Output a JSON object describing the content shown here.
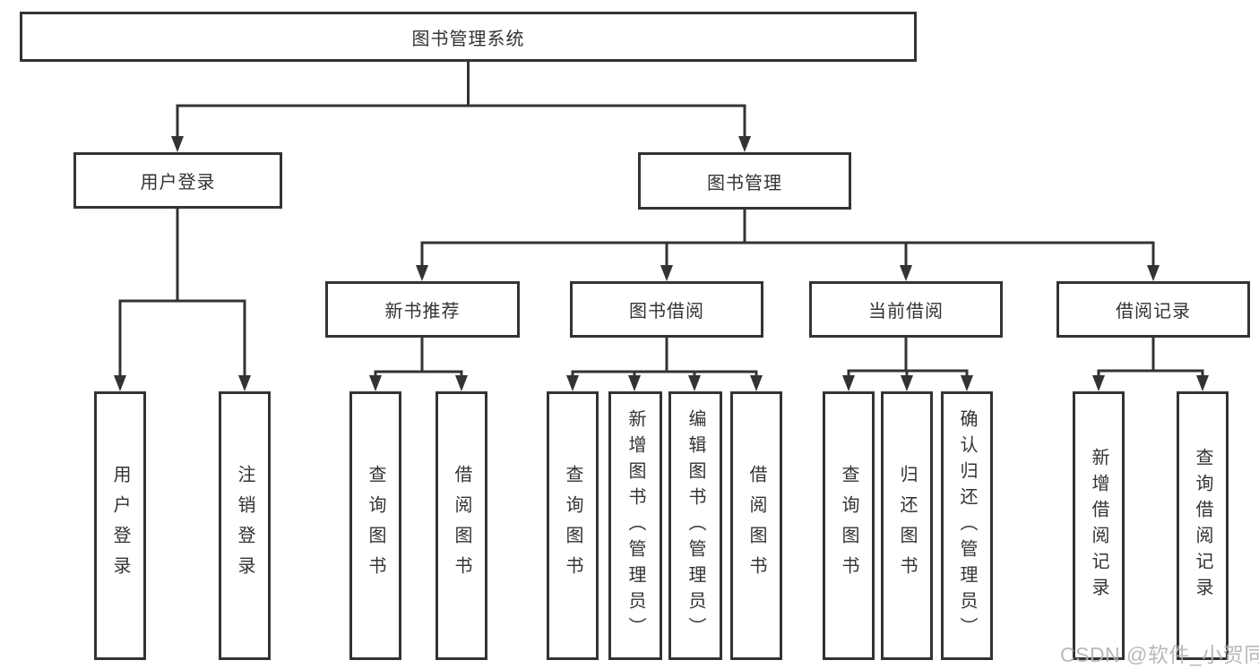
{
  "tree": {
    "label": "图书管理系统",
    "children": [
      {
        "label": "用户登录",
        "children": [
          {
            "label": "用户登录"
          },
          {
            "label": "注销登录"
          }
        ]
      },
      {
        "label": "图书管理",
        "children": [
          {
            "label": "新书推荐",
            "children": [
              {
                "label": "查询图书"
              },
              {
                "label": "借阅图书"
              }
            ]
          },
          {
            "label": "图书借阅",
            "children": [
              {
                "label": "查询图书"
              },
              {
                "label": "新增图书（管理员）"
              },
              {
                "label": "编辑图书（管理员）"
              },
              {
                "label": "借阅图书"
              }
            ]
          },
          {
            "label": "当前借阅",
            "children": [
              {
                "label": "查询图书"
              },
              {
                "label": "归还图书"
              },
              {
                "label": "确认归还（管理员）"
              }
            ]
          },
          {
            "label": "借阅记录",
            "children": [
              {
                "label": "新增借阅记录"
              },
              {
                "label": "查询借阅记录"
              }
            ]
          }
        ]
      }
    ]
  },
  "watermark": {
    "text": "CSDN @软件_小贺同学"
  },
  "colors": {
    "line": "#333333",
    "box_border": "#333333",
    "text": "#333333",
    "background": "#ffffff",
    "watermark": "#b2b2b2"
  }
}
